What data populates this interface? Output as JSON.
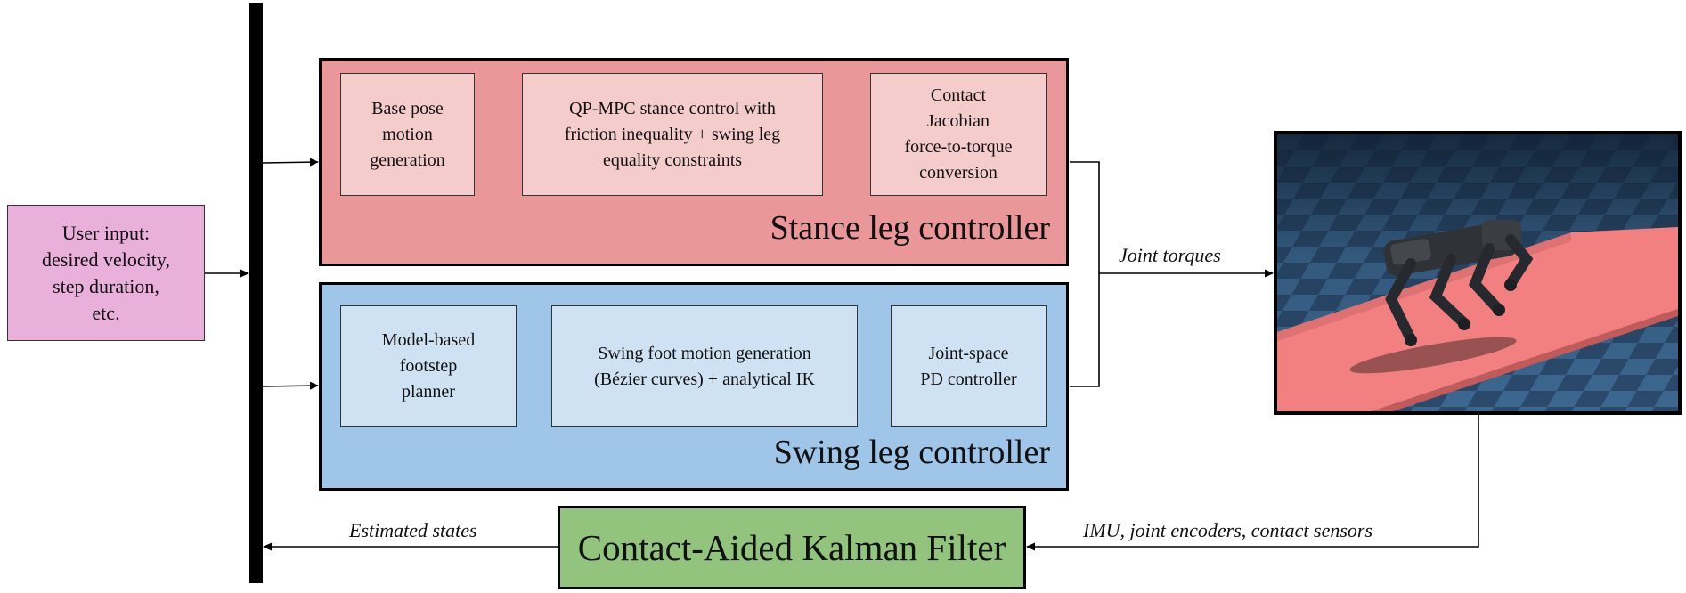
{
  "user_input": {
    "lines": [
      "User input:",
      "desired velocity,",
      "step duration,",
      "etc."
    ]
  },
  "stance_controller": {
    "title": "Stance leg controller",
    "blocks": [
      {
        "lines": [
          "Base pose",
          "motion",
          "generation"
        ]
      },
      {
        "lines": [
          "QP-MPC stance control with",
          "friction inequality + swing leg",
          "equality constraints"
        ]
      },
      {
        "lines": [
          "Contact",
          "Jacobian",
          "force-to-torque",
          "conversion"
        ]
      }
    ]
  },
  "swing_controller": {
    "title": "Swing leg controller",
    "blocks": [
      {
        "lines": [
          "Model-based",
          "footstep",
          "planner"
        ]
      },
      {
        "lines": [
          "Swing foot motion generation",
          "(Bézier curves) + analytical IK"
        ]
      },
      {
        "lines": [
          "Joint-space",
          "PD controller"
        ]
      }
    ]
  },
  "estimator": {
    "title": "Contact-Aided Kalman Filter"
  },
  "edges": {
    "joint_torques": "Joint torques",
    "estimated_states": "Estimated states",
    "sensors": "IMU, joint encoders, contact sensors"
  },
  "colors": {
    "user_input": "#e8b0db",
    "stance_panel": "#e99799",
    "stance_block": "#f4cccc",
    "swing_panel": "#9fc5e8",
    "swing_block": "#cfe2f3",
    "estimator": "#93c47d",
    "stance_arrow": "#cc0000",
    "swing_arrow": "#1155cc"
  },
  "robot_image": {
    "depicts": "simulated-quadruped-robot-on-red-ramp"
  }
}
